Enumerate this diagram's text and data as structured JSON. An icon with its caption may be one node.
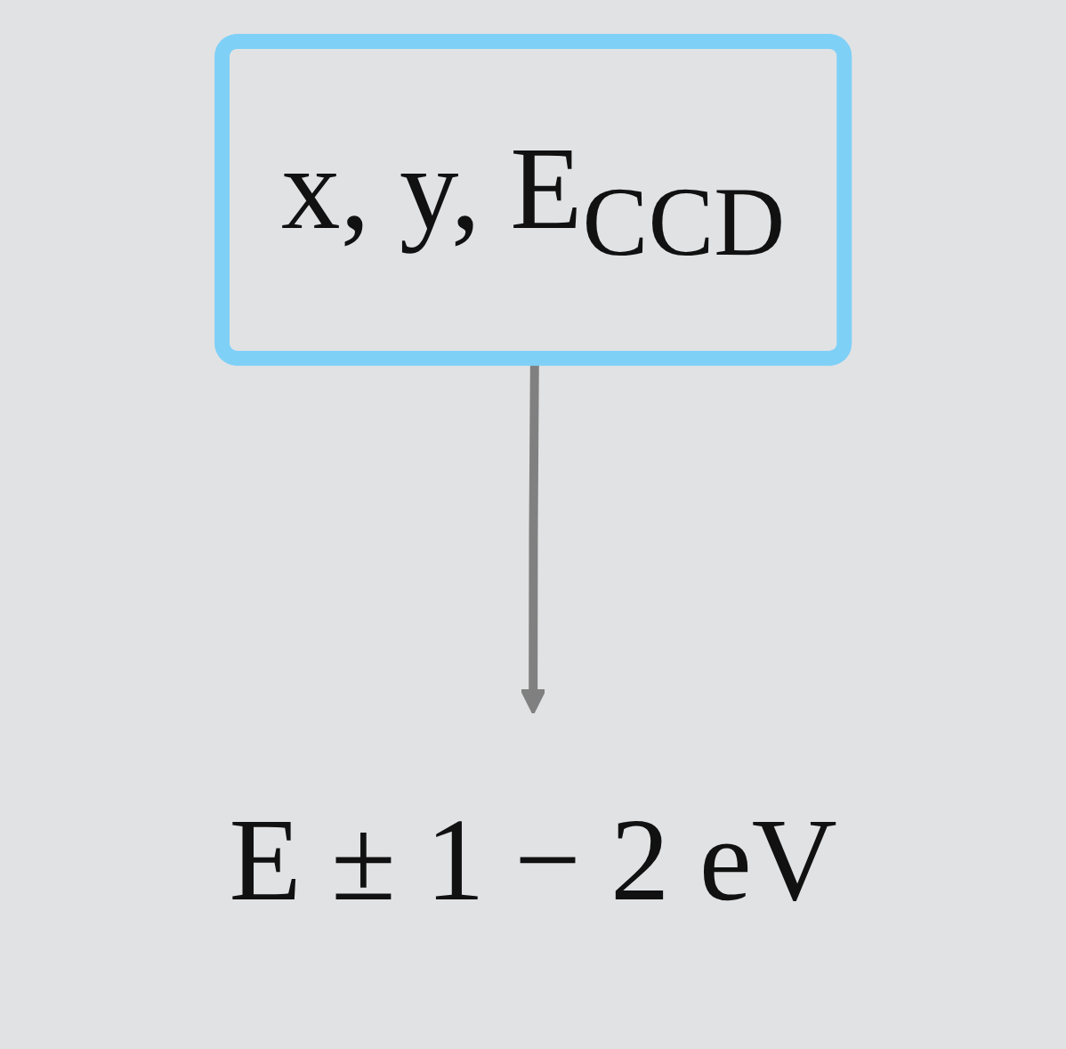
{
  "diagram": {
    "nodes": [
      {
        "text": [
          "x, y, E$_{CCD}$"
        ]
      },
      {
        "text": [
          "E ± 1 − 2 eV"
        ]
      }
    ],
    "edges": [
      {
        "from": 0,
        "to": 1,
        "arrow": "to"
      }
    ]
  }
}
